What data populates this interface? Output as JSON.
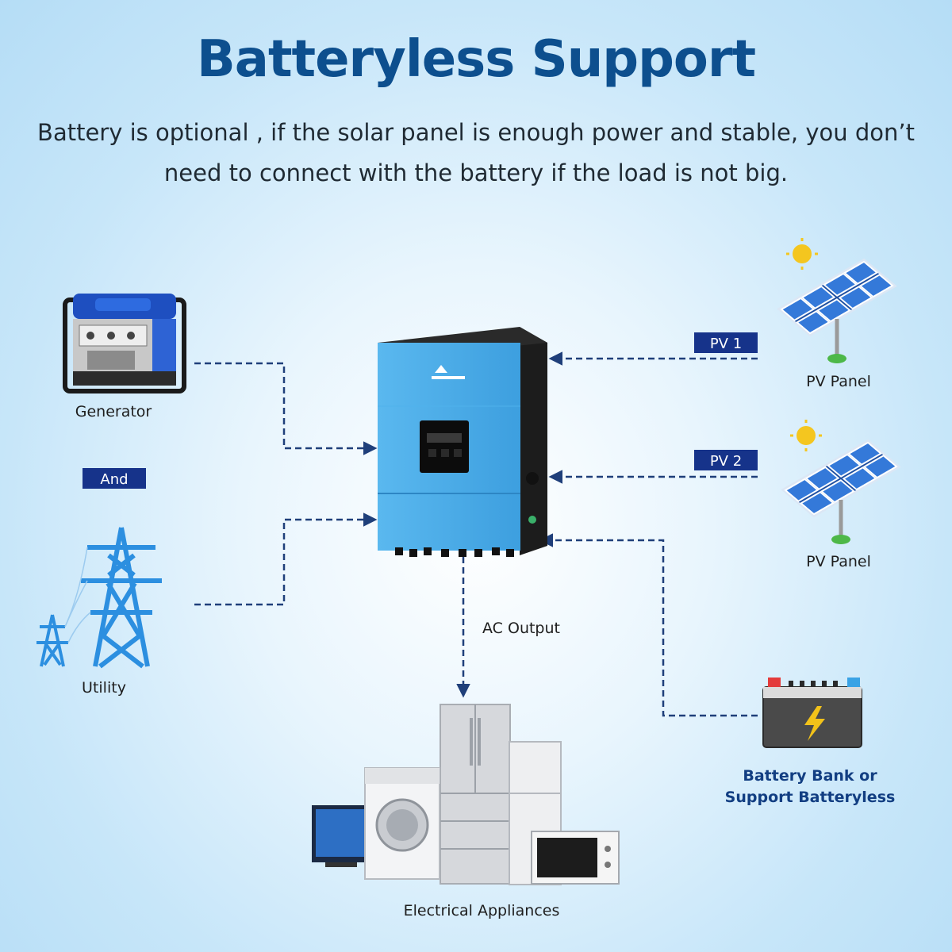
{
  "header": {
    "title": "Batteryless Support",
    "description_line1": "Battery is optional , if the solar panel is enough power and stable, you don’t",
    "description_line2": "need to connect with the battery if the load is not big."
  },
  "nodes": {
    "generator_label": "Generator",
    "and_label": "And",
    "utility_label": "Utility",
    "pv1_tag": "PV 1",
    "pv2_tag": "PV 2",
    "pv_panel_label_1": "PV Panel",
    "pv_panel_label_2": "PV Panel",
    "ac_output_label": "AC Output",
    "appliances_label": "Electrical Appliances",
    "battery_label_line1": "Battery Bank or",
    "battery_label_line2": "Support Batteryless"
  },
  "colors": {
    "title": "#0d4f8e",
    "tag_bg": "#16338a",
    "connector": "#1f3f7a",
    "inverter": "#45a8e6",
    "panel_cell": "#2f6fd0"
  }
}
